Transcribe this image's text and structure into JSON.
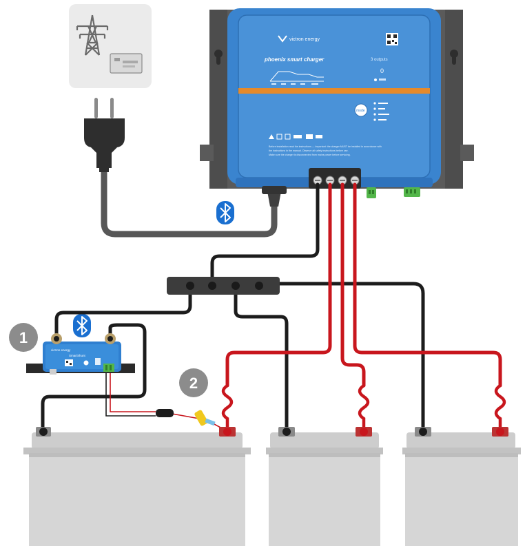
{
  "charger": {
    "brand": "victron energy",
    "model": "phoenix smart charger",
    "outputs": "3 outputs",
    "output_led_label": "0",
    "mode_label": "mode",
    "warning_line1": "Before installation read the instructions — Important: the charger MUST be installed in accordance with",
    "warning_line2": "the instructions in the manual. Observe all safety instructions before use.",
    "warning_line3": "Make sure the charger is disconnected from mains power before servicing."
  },
  "markers": {
    "step1": "1",
    "step2": "2"
  },
  "smartshunt": {
    "brand": "victron energy",
    "model": "SmartShunt"
  },
  "colors": {
    "charger_blue": "#3a84cf",
    "bluetooth_blue": "#1a6fd0",
    "positive_wire": "#c8161d",
    "negative_wire": "#1c1c1c",
    "mains_cable": "#575757",
    "battery_grey": "#d4d4d4",
    "mounting_plate": "#595959",
    "orange_stripe": "#e58a2b",
    "marker_grey": "#8c8c8c",
    "terminal_green": "#53b64a"
  },
  "icons": {
    "grid": "pylon-icon",
    "plug": "mains-plug-icon",
    "bluetooth": "bluetooth-icon"
  }
}
